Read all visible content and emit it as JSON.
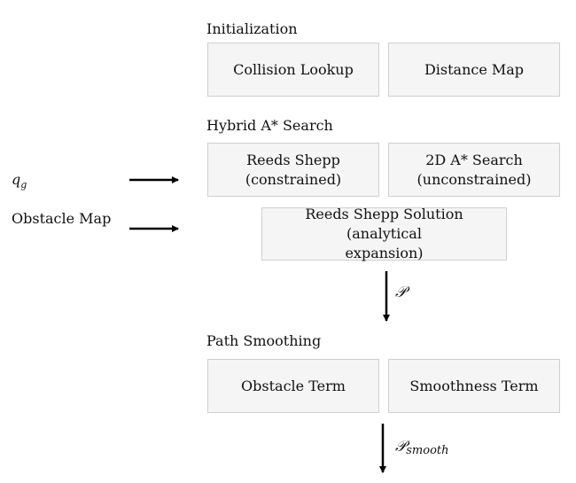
{
  "sections": {
    "initialization": {
      "title": "Initialization",
      "boxes": [
        "Collision Lookup",
        "Distance Map"
      ]
    },
    "hybrid_search": {
      "title": "Hybrid A* Search",
      "boxes": [
        [
          "Reeds Shepp",
          "(constrained)"
        ],
        [
          "2D A* Search",
          "(unconstrained)"
        ]
      ],
      "solution_box": [
        "Reeds Shepp Solution (analytical",
        "expansion)"
      ]
    },
    "path_smoothing": {
      "title": "Path Smoothing",
      "boxes": [
        "Obstacle Term",
        "Smoothness Term"
      ]
    }
  },
  "inputs": {
    "goal": {
      "symbol": "q",
      "subscript": "g"
    },
    "obstacle_map": "Obstacle Map"
  },
  "flow_labels": {
    "path": "𝒫",
    "path_smooth_symbol": "𝒫",
    "path_smooth_subscript": "smooth"
  }
}
